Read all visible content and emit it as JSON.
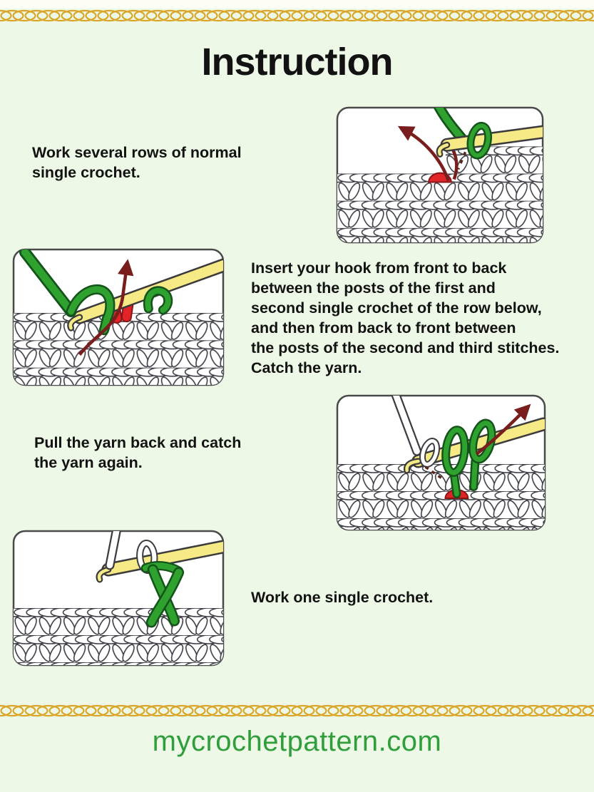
{
  "page": {
    "title": "Instruction",
    "background_color": "#edf8e7",
    "top_strip_color": "#fdfdf5",
    "chain_border_color": "#d9a62a",
    "text_color": "#121212"
  },
  "steps": [
    {
      "text": "Work several rows of normal\nsingle crochet.",
      "illustration": "crochet-fabric-with-hook-yarn-red-stitch-and-arrow-up-left"
    },
    {
      "text": "Insert your hook from front to back\nbetween the posts of the first and\nsecond single crochet of the row below,\nand then from back to front between\nthe posts of the second and third stitches.\nCatch the yarn.",
      "illustration": "hook-woven-through-posts-with-yarn-over-and-arrow-up"
    },
    {
      "text": "Pull the yarn back and catch\nthe yarn again.",
      "illustration": "two-green-loops-on-hook-with-arrow-up-right"
    },
    {
      "text": "Work one single crochet.",
      "illustration": "finished-single-crochet-green-cross-stitch-on-hook"
    }
  ],
  "footer": {
    "website": "mycrochetpattern.com",
    "text_color": "#2f9e3b"
  },
  "diagram_colors": {
    "yarn_green": "#2ea12e",
    "hook_yellow": "#f6ea86",
    "stitch_red": "#e02428",
    "arrow_dark_red": "#7a1d1d"
  }
}
